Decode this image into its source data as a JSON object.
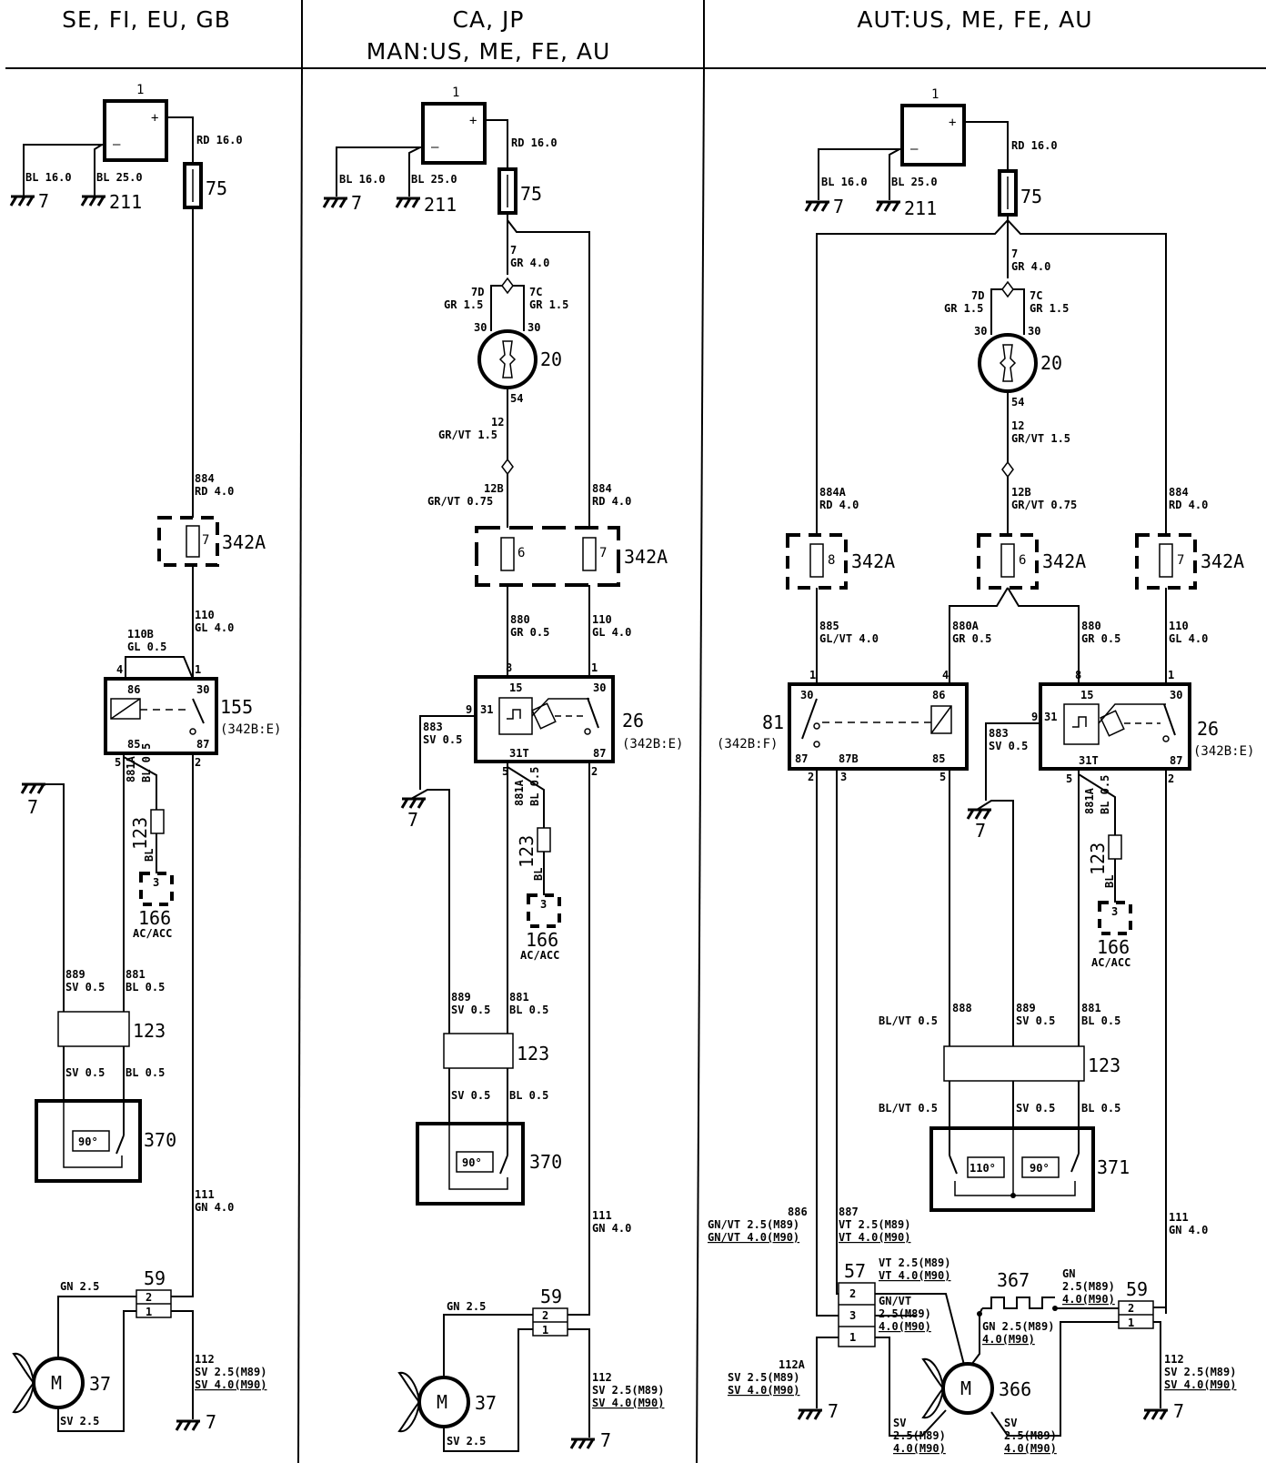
{
  "headers": {
    "col1": "SE, FI, EU, GB",
    "col2_line1": "CA, JP",
    "col2_line2": "MAN:US, ME, FE, AU",
    "col3": "AUT:US, ME, FE, AU"
  },
  "components": {
    "battery": "1",
    "fuse_main": "75",
    "ignition_switch": "20",
    "fuse_box": "342A",
    "relay_155": "155",
    "relay_155_note": "(342B:E)",
    "relay_26": "26",
    "relay_26_note": "(342B:E)",
    "relay_81": "81",
    "relay_81_note": "(342B:F)",
    "connector_123": "123",
    "ac_166": "166",
    "ac_166_sub": "AC/ACC",
    "thermo_370": "370",
    "thermo_371": "371",
    "connector_59": "59",
    "connector_57": "57",
    "fan_motor_37": "37",
    "fan_motor_366": "366",
    "resistor_367": "367",
    "ground_7": "7",
    "ground_211": "211",
    "motor_symbol": "M",
    "temp_90": "90°",
    "temp_110": "110°"
  },
  "fuse_numbers": {
    "f6": "6",
    "f7": "7",
    "f8": "8"
  },
  "pin_labels": {
    "plus": "+",
    "minus": "–",
    "p1": "1",
    "p2": "2",
    "p3": "3",
    "p4": "4",
    "p5": "5",
    "p7": "7",
    "p8": "8",
    "p9": "9",
    "p12": "12",
    "p15": "15",
    "p30": "30",
    "p31": "31",
    "p31t": "31T",
    "p54": "54",
    "p85": "85",
    "p86": "86",
    "p87": "87",
    "p87b": "87B",
    "p7c": "7C",
    "p7d": "7D",
    "p12b": "12B"
  },
  "wires": {
    "rd16": "RD 16.0",
    "bl16": "BL 16.0",
    "bl25": "BL 25.0",
    "gr4": "GR 4.0",
    "gr15": "GR 1.5",
    "grvt15": "GR/VT 1.5",
    "grvt075": "GR/VT 0.75",
    "w884": "884",
    "w884a": "884A",
    "rd4": "RD 4.0",
    "w110": "110",
    "gl4": "GL 4.0",
    "w110b": "110B",
    "gl05": "GL 0.5",
    "w880": "880",
    "w880a": "880A",
    "gr05": "GR 0.5",
    "w885": "885",
    "glvt4": "GL/VT 4.0",
    "w883": "883",
    "sv05": "SV 0.5",
    "w881a": "881A",
    "bl05": "BL 0.5",
    "bl": "BL",
    "w889": "889",
    "w881": "881",
    "w888": "888",
    "blvt05": "BL/VT 0.5",
    "w111": "111",
    "gn4": "GN 4.0",
    "gn25": "GN 2.5",
    "sv25": "SV 2.5",
    "w112": "112",
    "w112a": "112A",
    "sv25m89": "SV 2.5(M89)",
    "sv40m90": "SV 4.0(M90)",
    "w886": "886",
    "w887": "887",
    "gnvt25": "GN/VT 2.5(M89)",
    "gnvt40": "GN/VT 4.0(M90)",
    "vt25": "VT 2.5(M89)",
    "vt40": "VT 4.0(M90)",
    "gnvt": "GN/VT",
    "m89": "2.5(M89)",
    "m90": "4.0(M90)",
    "gn": "GN",
    "sv": "SV",
    "gn25m89": "GN 2.5(M89)"
  }
}
